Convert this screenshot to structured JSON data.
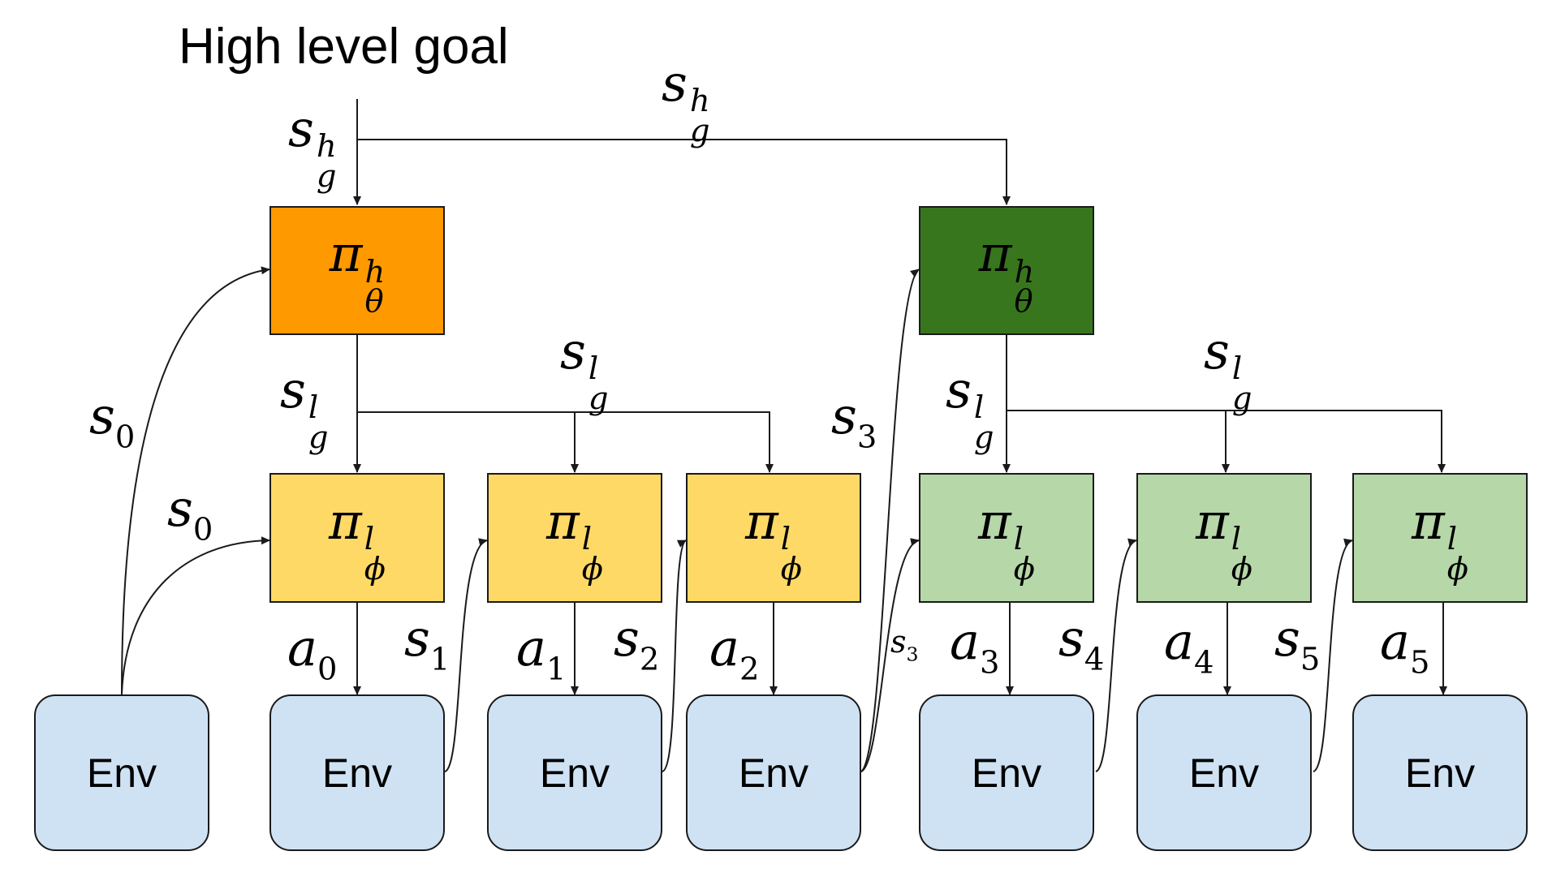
{
  "title": "High level goal",
  "colors": {
    "high_policy_left": "#ff9900",
    "high_policy_right": "#38761d",
    "low_policy_left": "#ffd966",
    "low_policy_right": "#b6d7a8",
    "env": "#cfe2f3",
    "line": "#1a1a1a"
  },
  "env_label": "Env",
  "policies": {
    "high": {
      "base": "π",
      "sup": "h",
      "sub": "θ"
    },
    "low": {
      "base": "π",
      "sup": "l",
      "sub": "ϕ"
    }
  },
  "goals": {
    "high": {
      "base": "s",
      "sup": "h",
      "sub": "g"
    },
    "low": {
      "base": "s",
      "sup": "l",
      "sub": "g"
    }
  },
  "states": [
    {
      "base": "s",
      "sub": "0"
    },
    {
      "base": "s",
      "sub": "0"
    },
    {
      "base": "s",
      "sub": "1"
    },
    {
      "base": "s",
      "sub": "2"
    },
    {
      "base": "s",
      "sub": "3"
    },
    {
      "base": "s",
      "sub": "3"
    },
    {
      "base": "s",
      "sub": "4"
    },
    {
      "base": "s",
      "sub": "5"
    }
  ],
  "actions": [
    {
      "base": "a",
      "sub": "0"
    },
    {
      "base": "a",
      "sub": "1"
    },
    {
      "base": "a",
      "sub": "2"
    },
    {
      "base": "a",
      "sub": "3"
    },
    {
      "base": "a",
      "sub": "4"
    },
    {
      "base": "a",
      "sub": "5"
    }
  ]
}
